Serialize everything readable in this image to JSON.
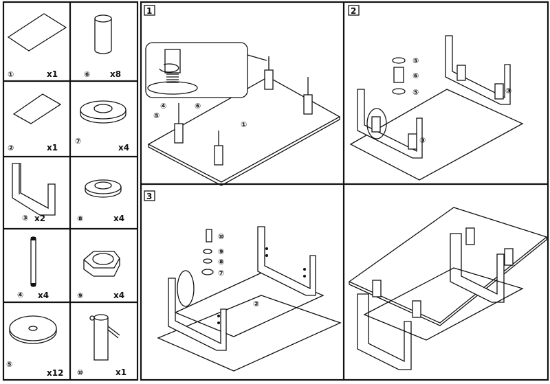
{
  "parts": [
    {
      "id": "①",
      "qty": "x1",
      "icon": "large-glass-panel"
    },
    {
      "id": "⑥",
      "qty": "x8",
      "icon": "cylinder-sleeve"
    },
    {
      "id": "②",
      "qty": "x1",
      "icon": "small-glass-panel"
    },
    {
      "id": "⑦",
      "qty": "x4",
      "icon": "thick-washer"
    },
    {
      "id": "③",
      "qty": "x2",
      "icon": "u-shaped-leg-frame"
    },
    {
      "id": "⑧",
      "qty": "x4",
      "icon": "ring-washer"
    },
    {
      "id": "④",
      "qty": "x4",
      "icon": "threaded-rod"
    },
    {
      "id": "⑨",
      "qty": "x4",
      "icon": "hex-nut"
    },
    {
      "id": "⑤",
      "qty": "x12",
      "icon": "flat-disc-washer"
    },
    {
      "id": "⑩",
      "qty": "x1",
      "icon": "hex-wrench"
    }
  ],
  "steps": [
    {
      "number": "1",
      "callouts": [
        "④",
        "⑤",
        "⑥",
        "①"
      ]
    },
    {
      "number": "2",
      "callouts": [
        "⑤",
        "⑥",
        "⑤",
        "③",
        "③"
      ]
    },
    {
      "number": "3",
      "callouts": [
        "⑩",
        "⑨",
        "⑧",
        "⑦",
        "②"
      ]
    }
  ]
}
